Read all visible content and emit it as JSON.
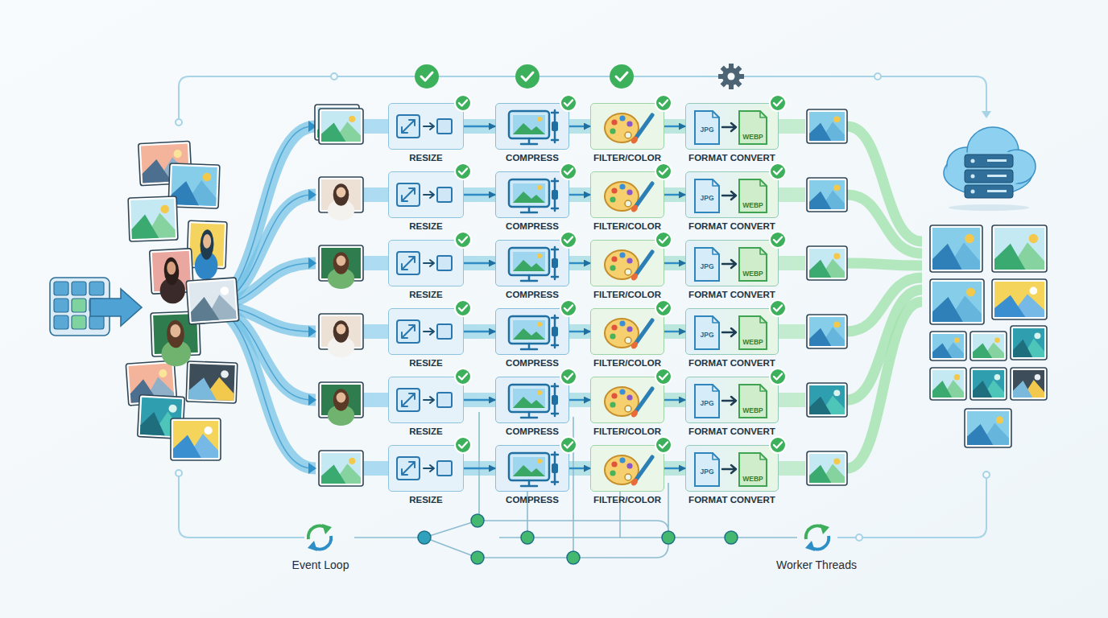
{
  "diagram": {
    "nodes": [
      {
        "text": [
          "RESIZE"
        ]
      },
      {
        "text": [
          "COMPRESS"
        ]
      },
      {
        "text": [
          "FILTER/COLOR"
        ]
      },
      {
        "text": [
          "JPG",
          "WEBP",
          "FORMAT CONVERT"
        ]
      },
      {
        "text": [
          "RESIZE"
        ]
      },
      {
        "text": [
          "COMPRESS"
        ]
      },
      {
        "text": [
          "FILTER/COLOR"
        ]
      },
      {
        "text": [
          "JPG",
          "WEBP",
          "FORMAT CONVERT"
        ]
      },
      {
        "text": [
          "RESIZE"
        ]
      },
      {
        "text": [
          "COMPRESS"
        ]
      },
      {
        "text": [
          "FILTER/COLOR"
        ]
      },
      {
        "text": [
          "JPG",
          "WEBP",
          "FORMAT CONVERT"
        ]
      },
      {
        "text": [
          "RESIZE"
        ]
      },
      {
        "text": [
          "COMPRESS"
        ]
      },
      {
        "text": [
          "FILTER/COLOR"
        ]
      },
      {
        "text": [
          "JPG",
          "WEBP",
          "FORMAT CONVERT"
        ]
      },
      {
        "text": [
          "RESIZE"
        ]
      },
      {
        "text": [
          "COMPRESS"
        ]
      },
      {
        "text": [
          "FILTER/COLOR"
        ]
      },
      {
        "text": [
          "JPG",
          "WEBP",
          "FORMAT CONVERT"
        ]
      },
      {
        "text": [
          "RESIZE"
        ]
      },
      {
        "text": [
          "COMPRESS"
        ]
      },
      {
        "text": [
          "FILTER/COLOR"
        ]
      },
      {
        "text": [
          "JPG",
          "WEBP",
          "FORMAT CONVERT"
        ]
      }
    ],
    "edges": [
      {
        "from": 0,
        "to": 1,
        "arrow": "to"
      },
      {
        "from": 1,
        "to": 2,
        "arrow": "to"
      },
      {
        "from": 2,
        "to": 3,
        "arrow": "to"
      },
      {
        "from": 4,
        "to": 5,
        "arrow": "to"
      },
      {
        "from": 5,
        "to": 6,
        "arrow": "to"
      },
      {
        "from": 6,
        "to": 7,
        "arrow": "to"
      },
      {
        "from": 8,
        "to": 9,
        "arrow": "to"
      },
      {
        "from": 9,
        "to": 10,
        "arrow": "to"
      },
      {
        "from": 10,
        "to": 11,
        "arrow": "to"
      },
      {
        "from": 12,
        "to": 13,
        "arrow": "to"
      },
      {
        "from": 13,
        "to": 14,
        "arrow": "to"
      },
      {
        "from": 14,
        "to": 15,
        "arrow": "to"
      },
      {
        "from": 16,
        "to": 17,
        "arrow": "to"
      },
      {
        "from": 17,
        "to": 18,
        "arrow": "to"
      },
      {
        "from": 18,
        "to": 19,
        "arrow": "to"
      },
      {
        "from": 20,
        "to": 21,
        "arrow": "to"
      },
      {
        "from": 21,
        "to": 22,
        "arrow": "to"
      },
      {
        "from": 22,
        "to": 23,
        "arrow": "to"
      }
    ],
    "labels": [
      "Event Loop",
      "Worker Threads"
    ]
  }
}
